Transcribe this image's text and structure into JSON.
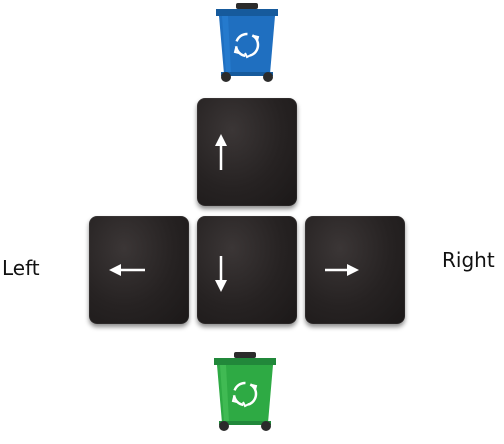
{
  "labels": {
    "left": "Left",
    "right": "Right"
  },
  "keys": [
    {
      "direction": "up",
      "icon": "arrow-up-icon"
    },
    {
      "direction": "left",
      "icon": "arrow-left-icon"
    },
    {
      "direction": "down",
      "icon": "arrow-down-icon"
    },
    {
      "direction": "right",
      "icon": "arrow-right-icon"
    }
  ],
  "bins": [
    {
      "position": "top",
      "color": "#1f6fc0",
      "icon": "recycle-icon"
    },
    {
      "position": "bottom",
      "color": "#2eaa44",
      "icon": "recycle-icon"
    }
  ],
  "colors": {
    "key_face": "#262222",
    "arrow": "#ffffff",
    "bin_blue": "#1f6fc0",
    "bin_green": "#2eaa44"
  }
}
